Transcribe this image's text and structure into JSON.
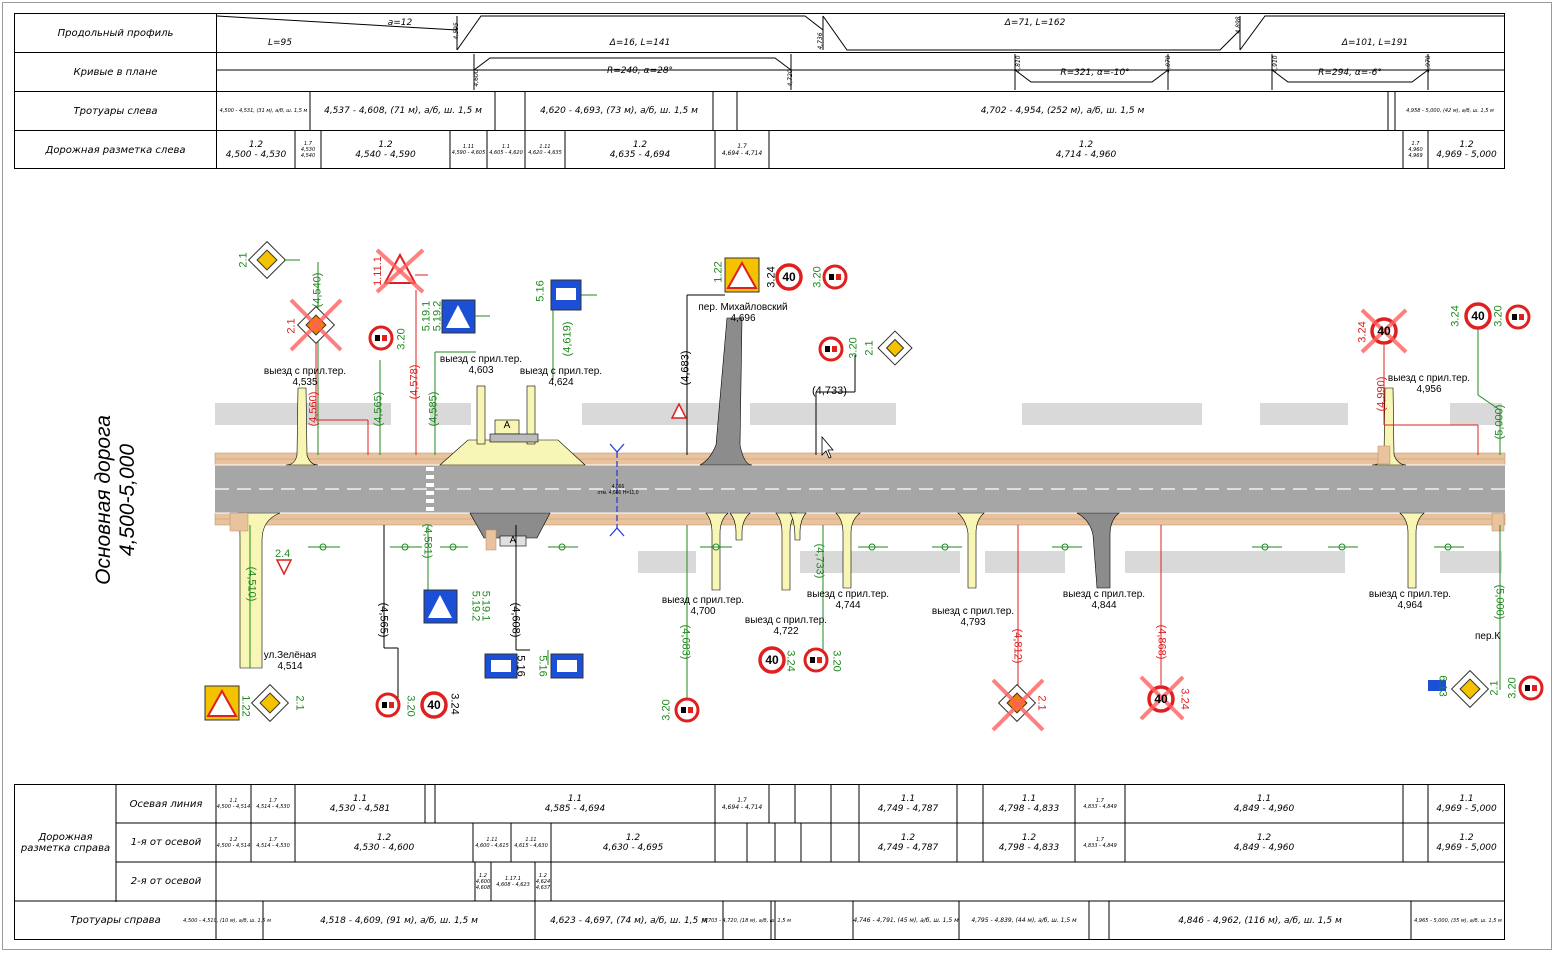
{
  "top_table": {
    "rows": [
      "Продольный профиль",
      "Кривые в плане",
      "Тротуары слева",
      "Дорожная разметка слева"
    ],
    "profile": {
      "a12": "a=12",
      "l95": "L=95",
      "pk1": "4,595",
      "d16": "Δ=16, L=141",
      "pk2": "4,736",
      "d71": "Δ=71, L=162",
      "pk3": "4,898",
      "d101": "Δ=101, L=191"
    },
    "curves": {
      "pk1": "4,600",
      "c1": "R=240, α=28°",
      "pk2": "4,720",
      "pk3": "4,810",
      "c2": "R=321, α=-10°",
      "pk4": "4,870",
      "pk5": "4,910",
      "c3": "R=294, α=-6°",
      "pk6": "4,970"
    },
    "sidewalks_left": [
      "4,500 - 4,531, (31 м), а/б, ш. 1,5 м",
      "4,537 - 4,608, (71 м), а/б, ш. 1,5 м",
      "4,620 - 4,693, (73 м), а/б, ш. 1,5 м",
      "4,702 - 4,954, (252 м), а/б, ш. 1,5 м",
      "4,958 - 5,000, (42 м), а/б, ш. 1,5 м"
    ],
    "marking_left": [
      {
        "type": "1.2",
        "range": "4,500 - 4,530"
      },
      {
        "type": "1.7",
        "range": "4,530 4,540"
      },
      {
        "type": "1.2",
        "range": "4,540 - 4,590"
      },
      {
        "type": "1.11",
        "range": "4,590 - 4,605"
      },
      {
        "type": "1.1",
        "range": "4,605 - 4,620"
      },
      {
        "type": "1.11",
        "range": "4,620 - 4,635"
      },
      {
        "type": "1.2",
        "range": "4,635 - 4,694"
      },
      {
        "type": "1.7",
        "range": "4,694 - 4,714"
      },
      {
        "type": "1.2",
        "range": "4,714 - 4,960"
      },
      {
        "type": "1.7",
        "range": "4,960 4,969"
      },
      {
        "type": "1.2",
        "range": "4,969 - 5,000"
      }
    ]
  },
  "plan": {
    "road_title": "Основная дорога",
    "road_range": "4,500-5,000",
    "exits_top": [
      {
        "label": "выезд с  прил.тер.",
        "pk": "4,535"
      },
      {
        "label": "выезд с  прил.тер.",
        "pk": "4,603"
      },
      {
        "label": "выезд с  прил.тер.",
        "pk": "4,624"
      },
      {
        "label": "пер. Михайловский",
        "pk": "4,696"
      },
      {
        "label": "выезд с  прил.тер.",
        "pk": "4,956"
      }
    ],
    "exits_bottom": [
      {
        "label": "ул.Зелёная",
        "pk": "4,514"
      },
      {
        "label": "выезд с  прил.тер.",
        "pk": "4,700"
      },
      {
        "label": "выезд с  прил.тер.",
        "pk": "4,722"
      },
      {
        "label": "выезд с  прил.тер.",
        "pk": "4,744"
      },
      {
        "label": "выезд с  прил.тер.",
        "pk": "4,793"
      },
      {
        "label": "выезд с  прил.тер.",
        "pk": "4,844"
      },
      {
        "label": "выезд с  прил.тер.",
        "pk": "4,964"
      },
      {
        "label": "пер.К",
        "pk": ""
      }
    ],
    "sign_codes": {
      "s21": "2.1",
      "s111": "1.11.1",
      "s5191": "5.19.1",
      "s5192": "5.19.2",
      "s516": "5.16",
      "s122": "1.22",
      "s324": "3.24",
      "s320": "3.20",
      "s24": "2.4",
      "s613": "6.13"
    },
    "pk_marks": {
      "top": [
        "(4,540)",
        "(4,560)",
        "(4,565)",
        "(4,578)",
        "(4,585)",
        "(4,619)",
        "(4,683)",
        "(4,733)",
        "(4,990)",
        "(5,000)"
      ],
      "bottom": [
        "(4,510)",
        "(4,581)",
        "(4,565)",
        "(4,608)",
        "(4,683)",
        "(4,733)",
        "(4,812)",
        "(4,868)",
        "(5,000)"
      ]
    },
    "speed": "40",
    "bus_stop_letter": "A",
    "center_label": "4,666",
    "center_sub": "отм. 4,666 Н=11,0",
    "road_colors": {
      "asphalt": "#a6a6a6",
      "sidewalk": "#e9c39d",
      "exit": "#f8f6b4",
      "grey_band": "#d9d9d9"
    }
  },
  "bottom_table": {
    "group": "Дорожная разметка справа",
    "rows": [
      "Осевая линия",
      "1-я от осевой",
      "2-я от осевой"
    ],
    "sidewalk_row": "Тротуары справа",
    "axis": [
      {
        "type": "1.1",
        "range": "4,500 - 4,514"
      },
      {
        "type": "1.7",
        "range": "4,514 - 4,530"
      },
      {
        "type": "1.1",
        "range": "4,530 - 4,581"
      },
      {
        "type": "1.1",
        "range": "4,585 - 4,694"
      },
      {
        "type": "1.7",
        "range": "4,694 - 4,714"
      },
      {
        "type": "1.1",
        "range": "4,749 - 4,787"
      },
      {
        "type": "1.1",
        "range": "4,798 - 4,833"
      },
      {
        "type": "1.7",
        "range": "4,833 - 4,849"
      },
      {
        "type": "1.1",
        "range": "4,849 - 4,960"
      },
      {
        "type": "1.1",
        "range": "4,969 - 5,000"
      }
    ],
    "first": [
      {
        "type": "1.2",
        "range": "4,500 - 4,514"
      },
      {
        "type": "1.7",
        "range": "4,514 - 4,530"
      },
      {
        "type": "1.2",
        "range": "4,530 - 4,600"
      },
      {
        "type": "1.11",
        "range": "4,600 - 4,615"
      },
      {
        "type": "1.11",
        "range": "4,615 - 4,630"
      },
      {
        "type": "1.2",
        "range": "4,630 - 4,695"
      },
      {
        "type": "1.2",
        "range": "4,749 - 4,787"
      },
      {
        "type": "1.2",
        "range": "4,798 - 4,833"
      },
      {
        "type": "1.7",
        "range": "4,833 - 4,849"
      },
      {
        "type": "1.2",
        "range": "4,849 - 4,960"
      },
      {
        "type": "1.2",
        "range": "4,969 - 5,000"
      }
    ],
    "second": [
      {
        "type": "1.2",
        "range": "4,600 4,608"
      },
      {
        "type": "1.17.1",
        "range": "4,608 - 4,623"
      },
      {
        "type": "1.2",
        "range": "4,624 4,637"
      }
    ],
    "sidewalks_right": [
      "4,500 - 4,510, (10 м), а/б, ш. 1,5 м",
      "4,518 - 4,609, (91 м), а/б, ш. 1,5 м",
      "4,623 - 4,697, (74 м), а/б, ш. 1,5 м",
      "4,703 - 4,720, (18 м), а/б, ш. 1,5 м",
      "4,746 - 4,791, (45 м), а/б, ш. 1,5 м",
      "4,795 - 4,839, (44 м), а/б, ш. 1,5 м",
      "4,846 - 4,962, (116 м), а/б, ш. 1,5 м",
      "4,965 - 5,000, (35 м), а/б, ш. 1,5 м"
    ]
  }
}
